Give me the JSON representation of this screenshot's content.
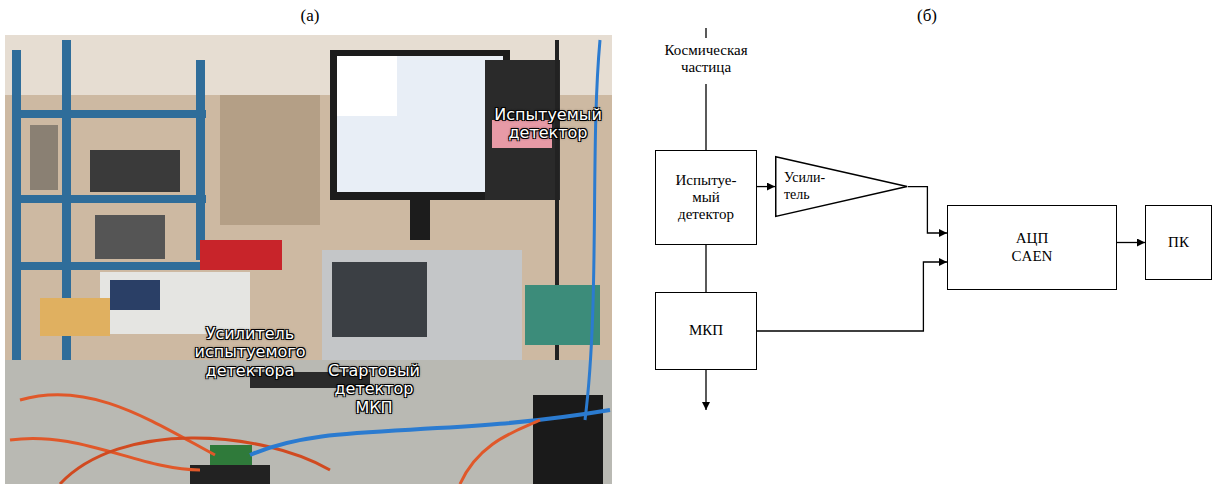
{
  "diagram": {
    "nodes": [
      {
        "text": [
          "Испытуе- мый детектор"
        ]
      },
      {
        "text": [
          "Усили- тель"
        ]
      },
      {
        "text": [
          "АЦП CAEN"
        ]
      },
      {
        "text": [
          "МКП"
        ]
      },
      {
        "text": [
          "ПК"
        ]
      }
    ],
    "edges": [
      {
        "from": 0,
        "to": 1,
        "arrow": "to"
      },
      {
        "from": 1,
        "to": 2,
        "arrow": "to"
      },
      {
        "from": 3,
        "to": 2,
        "arrow": "to"
      },
      {
        "from": 2,
        "to": 4,
        "arrow": "to"
      },
      {
        "from": 0,
        "to": 3,
        "arrow": "none"
      }
    ],
    "labels": [
      "(а)",
      "(б)",
      "Космическая частица",
      "Испытуемый детектор",
      "Усилитель испытуемого детектора",
      "Стартовый детектор МКП"
    ]
  }
}
